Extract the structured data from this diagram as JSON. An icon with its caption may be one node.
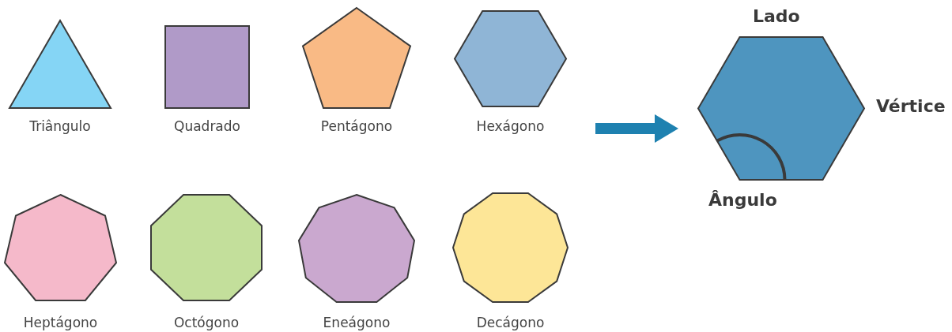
{
  "diagram": {
    "nodes": [
      {
        "text": [
          "Triângulo"
        ]
      },
      {
        "text": [
          "Quadrado"
        ]
      },
      {
        "text": [
          "Pentágono"
        ]
      },
      {
        "text": [
          "Hexágono"
        ]
      },
      {
        "text": [
          "Heptágono"
        ]
      },
      {
        "text": [
          "Octógono"
        ]
      },
      {
        "text": [
          "Eneágono"
        ]
      },
      {
        "text": [
          "Decágono"
        ]
      },
      {
        "text": [],
        "shape": "hexagon",
        "beside": [
          "Lado",
          "Vértice",
          "Ângulo"
        ]
      }
    ],
    "edges": [
      {
        "from": null,
        "to": 8,
        "arrow": "to"
      }
    ]
  }
}
